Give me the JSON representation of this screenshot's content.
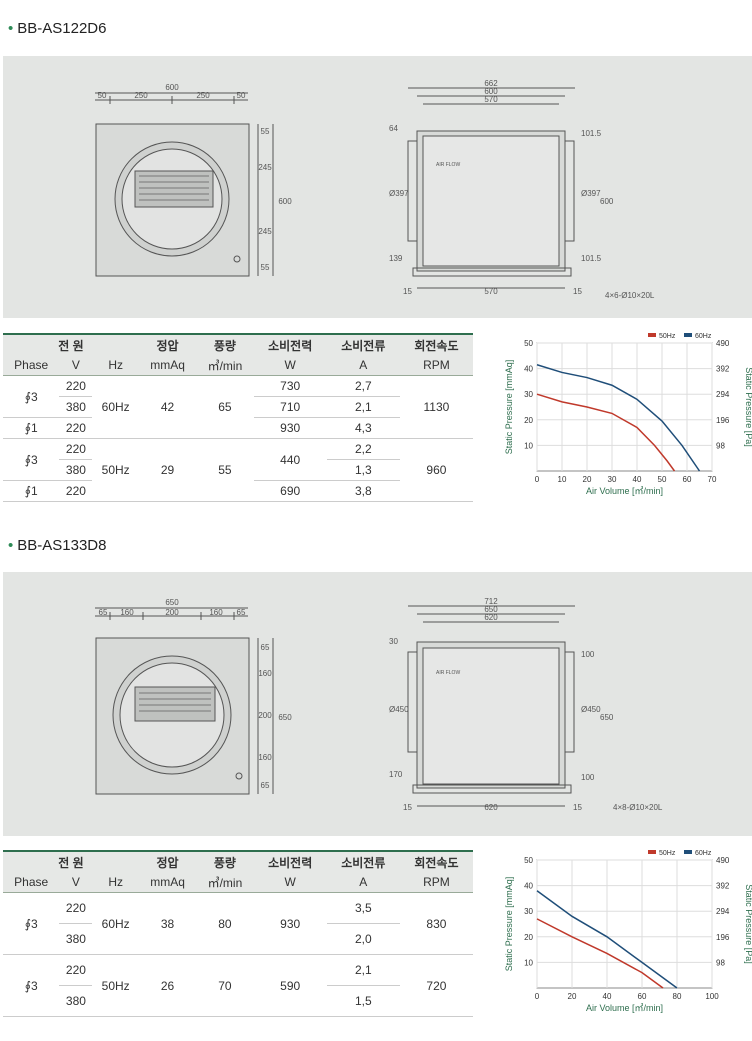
{
  "models": [
    {
      "name": "BB-AS122D6",
      "front": {
        "overall": "600",
        "segments": [
          "50",
          "250",
          "250",
          "50"
        ],
        "vertical_segments": [
          "55",
          "245",
          "245",
          "55"
        ],
        "vertical_total": "600"
      },
      "side": {
        "w1": "662",
        "w2": "600",
        "w3": "570",
        "top": "64",
        "bottom": "139",
        "dia_left": "Ø397",
        "dia_right": "Ø397",
        "right_top": "101.5",
        "right_bottom": "101.5",
        "right_total": "600",
        "bottom_left": "15",
        "bottom_mid": "570",
        "bottom_right": "15",
        "hole_note": "4×6-Ø10×20L",
        "air_flow": "AIR FLOW"
      },
      "table": {
        "headers1": [
          "전 원",
          "정압",
          "풍량",
          "소비전력",
          "소비전류",
          "회전속도"
        ],
        "headers2": [
          "Phase",
          "V",
          "Hz",
          "mmAq",
          "㎥/min",
          "W",
          "A",
          "RPM"
        ],
        "groups": [
          {
            "hz": "60Hz",
            "pressure": "42",
            "volume": "65",
            "rpm": "1130",
            "rows": [
              {
                "phase": "∮3",
                "v": "220",
                "w": "730",
                "a": "2,7"
              },
              {
                "phase": "",
                "v": "380",
                "w": "710",
                "a": "2,1"
              },
              {
                "phase": "∮1",
                "v": "220",
                "w": "930",
                "a": "4,3"
              }
            ]
          },
          {
            "hz": "50Hz",
            "pressure": "29",
            "volume": "55",
            "rpm": "960",
            "rows": [
              {
                "phase": "∮3",
                "v": "220",
                "w": "440",
                "a": "2,2"
              },
              {
                "phase": "",
                "v": "380",
                "w": "440",
                "a": "1,3"
              },
              {
                "phase": "∮1",
                "v": "220",
                "w": "690",
                "a": "3,8"
              }
            ]
          }
        ]
      },
      "chart_data": {
        "type": "line",
        "xlabel": "Air Volume [㎥/min]",
        "ylabel": "Static Pressure [mmAq]",
        "y2label": "Static Pressure [Pa]",
        "xlim": [
          0,
          70
        ],
        "ylim": [
          0,
          50
        ],
        "xticks": [
          "0",
          "10",
          "20",
          "30",
          "40",
          "50",
          "60",
          "70"
        ],
        "yticks": [
          "10",
          "20",
          "30",
          "40",
          "50"
        ],
        "y2ticks": [
          "98",
          "196",
          "294",
          "392",
          "490"
        ],
        "legend": "top-right",
        "grid": true,
        "series": [
          {
            "name": "50Hz",
            "color": "#c0392b",
            "x": [
              0,
              10,
              20,
              30,
              40,
              47,
              52,
              55
            ],
            "y": [
              30,
              27,
              25,
              22.5,
              17,
              10,
              4,
              0
            ]
          },
          {
            "name": "60Hz",
            "color": "#1f4e79",
            "x": [
              0,
              10,
              20,
              30,
              40,
              50,
              58,
              65
            ],
            "y": [
              41.5,
              38.5,
              36.5,
              33.5,
              28,
              19.5,
              10,
              0
            ]
          }
        ]
      }
    },
    {
      "name": "BB-AS133D8",
      "front": {
        "overall": "650",
        "segments": [
          "65",
          "160",
          "200",
          "160",
          "65"
        ],
        "vertical_segments": [
          "65",
          "160",
          "200",
          "160",
          "65"
        ],
        "vertical_total": "650"
      },
      "side": {
        "w1": "712",
        "w2": "650",
        "w3": "620",
        "top": "30",
        "bottom": "170",
        "dia_left": "Ø450",
        "dia_right": "Ø450",
        "right_top": "100",
        "right_bottom": "100",
        "right_total": "650",
        "bottom_left": "15",
        "bottom_mid": "620",
        "bottom_right": "15",
        "hole_note": "4×8-Ø10×20L",
        "air_flow": "AIR FLOW"
      },
      "table": {
        "headers1": [
          "전 원",
          "정압",
          "풍량",
          "소비전력",
          "소비전류",
          "회전속도"
        ],
        "headers2": [
          "Phase",
          "V",
          "Hz",
          "mmAq",
          "㎥/min",
          "W",
          "A",
          "RPM"
        ],
        "groups": [
          {
            "hz": "60Hz",
            "pressure": "38",
            "volume": "80",
            "power": "930",
            "rpm": "830",
            "phase": "∮3",
            "rows": [
              {
                "v": "220",
                "a": "3,5"
              },
              {
                "v": "380",
                "a": "2,0"
              }
            ]
          },
          {
            "hz": "50Hz",
            "pressure": "26",
            "volume": "70",
            "power": "590",
            "rpm": "720",
            "phase": "∮3",
            "rows": [
              {
                "v": "220",
                "a": "2,1"
              },
              {
                "v": "380",
                "a": "1,5"
              }
            ]
          }
        ]
      },
      "chart_data": {
        "type": "line",
        "xlabel": "Air Volume [㎥/min]",
        "ylabel": "Static Pressure [mmAq]",
        "y2label": "Static Pressure [Pa]",
        "xlim": [
          0,
          100
        ],
        "ylim": [
          0,
          50
        ],
        "xticks": [
          "0",
          "20",
          "40",
          "60",
          "80",
          "100"
        ],
        "yticks": [
          "10",
          "20",
          "30",
          "40",
          "50"
        ],
        "y2ticks": [
          "98",
          "196",
          "294",
          "392",
          "490"
        ],
        "legend": "top-right",
        "grid": true,
        "series": [
          {
            "name": "50Hz",
            "color": "#c0392b",
            "x": [
              0,
              20,
              40,
              60,
              72
            ],
            "y": [
              27,
              20,
              13.5,
              6,
              0
            ]
          },
          {
            "name": "60Hz",
            "color": "#1f4e79",
            "x": [
              0,
              20,
              40,
              60,
              80
            ],
            "y": [
              38,
              28,
              20,
              10,
              0
            ]
          }
        ]
      }
    }
  ]
}
